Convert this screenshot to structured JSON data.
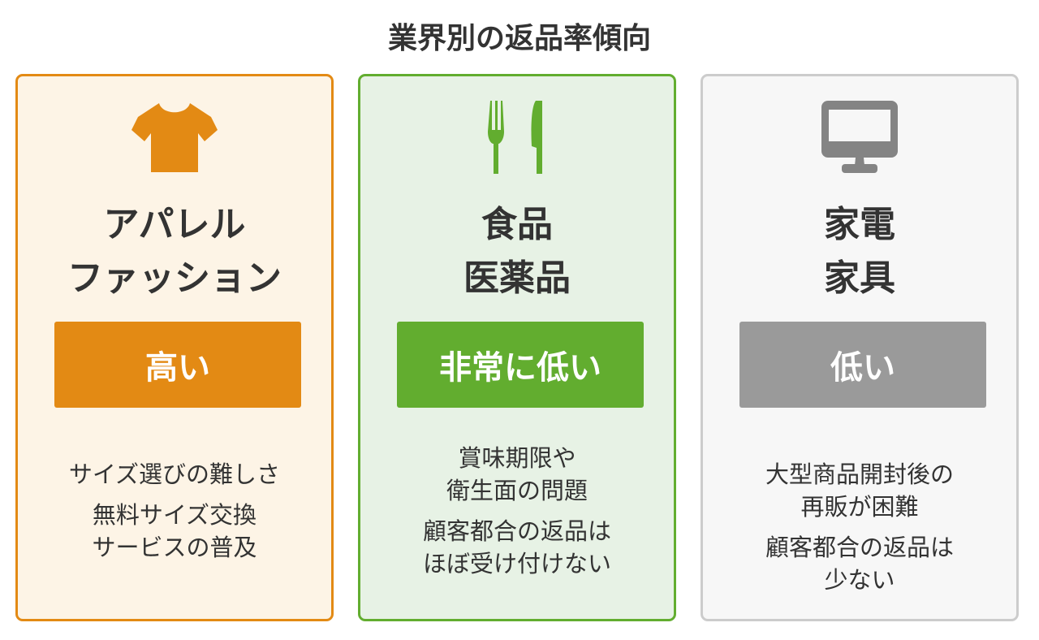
{
  "title": "業界別の返品率傾向",
  "colors": {
    "apparel": "#e38a14",
    "food": "#62ad2f",
    "electronics": "#9a9a9a"
  },
  "cards": [
    {
      "icon": "tshirt-icon",
      "name": "アパレル\nファッション",
      "badge": "高い",
      "notes": [
        "サイズ選びの難しさ",
        "無料サイズ交換\nサービスの普及"
      ]
    },
    {
      "icon": "fork-knife-icon",
      "name": "食品\n医薬品",
      "badge": "非常に低い",
      "notes": [
        "賞味期限や\n衛生面の問題",
        "顧客都合の返品は\nほぼ受け付けない"
      ]
    },
    {
      "icon": "monitor-icon",
      "name": "家電\n家具",
      "badge": "低い",
      "notes": [
        "大型商品開封後の\n再販が困難",
        "顧客都合の返品は\n少ない"
      ]
    }
  ]
}
